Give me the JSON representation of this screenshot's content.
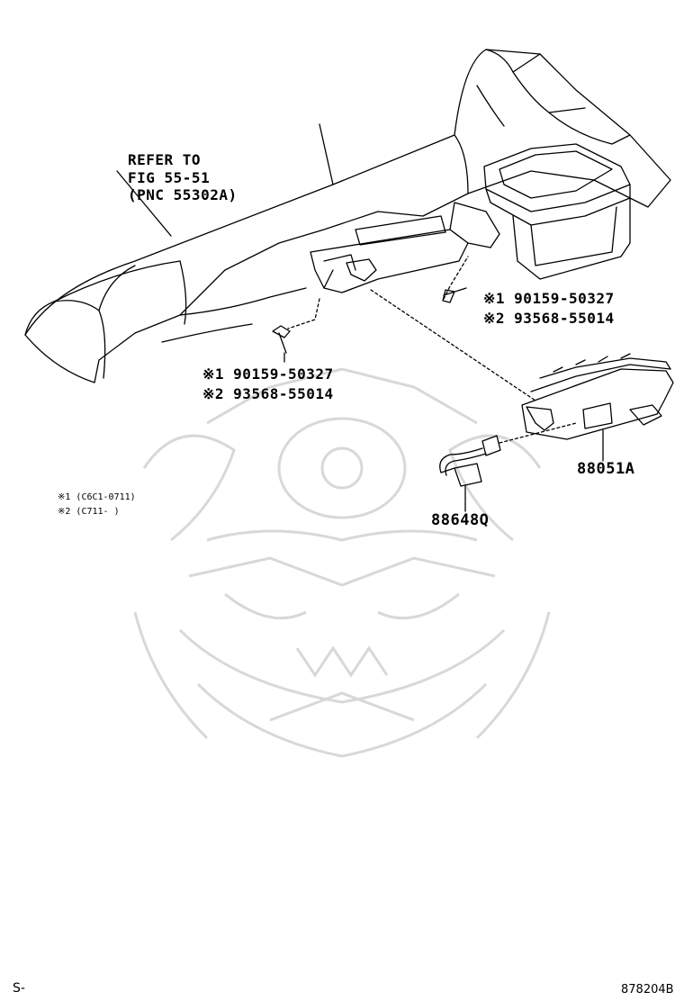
{
  "refer": {
    "line1": "REFER TO",
    "line2": "FIG 55-51",
    "line3": "(PNC 55302A)"
  },
  "bolt_upper": {
    "item1": "※1 90159-50327",
    "item2": "※2 93568-55014"
  },
  "bolt_lower": {
    "item1": "※1 90159-50327",
    "item2": "※2 93568-55014"
  },
  "parts": {
    "module": "88051A",
    "harness": "88648Q"
  },
  "notes": {
    "n1": "※1 (C6C1-0711)",
    "n2": "※2 (C711-    )"
  },
  "footer": {
    "left": "S-",
    "right": "878204B"
  },
  "icons": {
    "watermark": "samurai-helmet-watermark"
  }
}
